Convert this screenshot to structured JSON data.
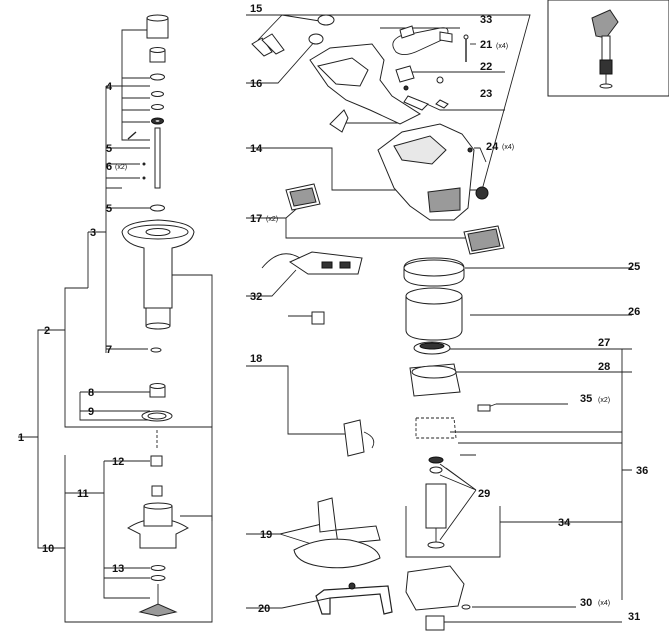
{
  "diagram": {
    "callouts": [
      {
        "id": "1",
        "label": "1",
        "qty": ""
      },
      {
        "id": "2",
        "label": "2",
        "qty": ""
      },
      {
        "id": "3",
        "label": "3",
        "qty": ""
      },
      {
        "id": "4",
        "label": "4",
        "qty": ""
      },
      {
        "id": "5a",
        "label": "5",
        "qty": ""
      },
      {
        "id": "6",
        "label": "6",
        "qty": "(x2)"
      },
      {
        "id": "5b",
        "label": "5",
        "qty": ""
      },
      {
        "id": "7",
        "label": "7",
        "qty": ""
      },
      {
        "id": "8",
        "label": "8",
        "qty": ""
      },
      {
        "id": "9",
        "label": "9",
        "qty": ""
      },
      {
        "id": "10",
        "label": "10",
        "qty": ""
      },
      {
        "id": "11",
        "label": "11",
        "qty": ""
      },
      {
        "id": "12",
        "label": "12",
        "qty": ""
      },
      {
        "id": "13",
        "label": "13",
        "qty": ""
      },
      {
        "id": "14",
        "label": "14",
        "qty": ""
      },
      {
        "id": "15",
        "label": "15",
        "qty": ""
      },
      {
        "id": "16",
        "label": "16",
        "qty": ""
      },
      {
        "id": "17",
        "label": "17",
        "qty": "(x2)"
      },
      {
        "id": "18",
        "label": "18",
        "qty": ""
      },
      {
        "id": "19",
        "label": "19",
        "qty": ""
      },
      {
        "id": "20",
        "label": "20",
        "qty": ""
      },
      {
        "id": "21",
        "label": "21",
        "qty": "(x4)"
      },
      {
        "id": "22",
        "label": "22",
        "qty": ""
      },
      {
        "id": "23",
        "label": "23",
        "qty": ""
      },
      {
        "id": "24",
        "label": "24",
        "qty": "(x4)"
      },
      {
        "id": "25",
        "label": "25",
        "qty": ""
      },
      {
        "id": "26",
        "label": "26",
        "qty": ""
      },
      {
        "id": "27",
        "label": "27",
        "qty": ""
      },
      {
        "id": "28",
        "label": "28",
        "qty": ""
      },
      {
        "id": "29",
        "label": "29",
        "qty": ""
      },
      {
        "id": "30",
        "label": "30",
        "qty": "(x4)"
      },
      {
        "id": "31",
        "label": "31",
        "qty": ""
      },
      {
        "id": "32",
        "label": "32",
        "qty": ""
      },
      {
        "id": "33",
        "label": "33",
        "qty": ""
      },
      {
        "id": "34",
        "label": "34",
        "qty": ""
      },
      {
        "id": "35",
        "label": "35",
        "qty": "(x2)"
      },
      {
        "id": "36",
        "label": "36",
        "qty": ""
      }
    ]
  }
}
